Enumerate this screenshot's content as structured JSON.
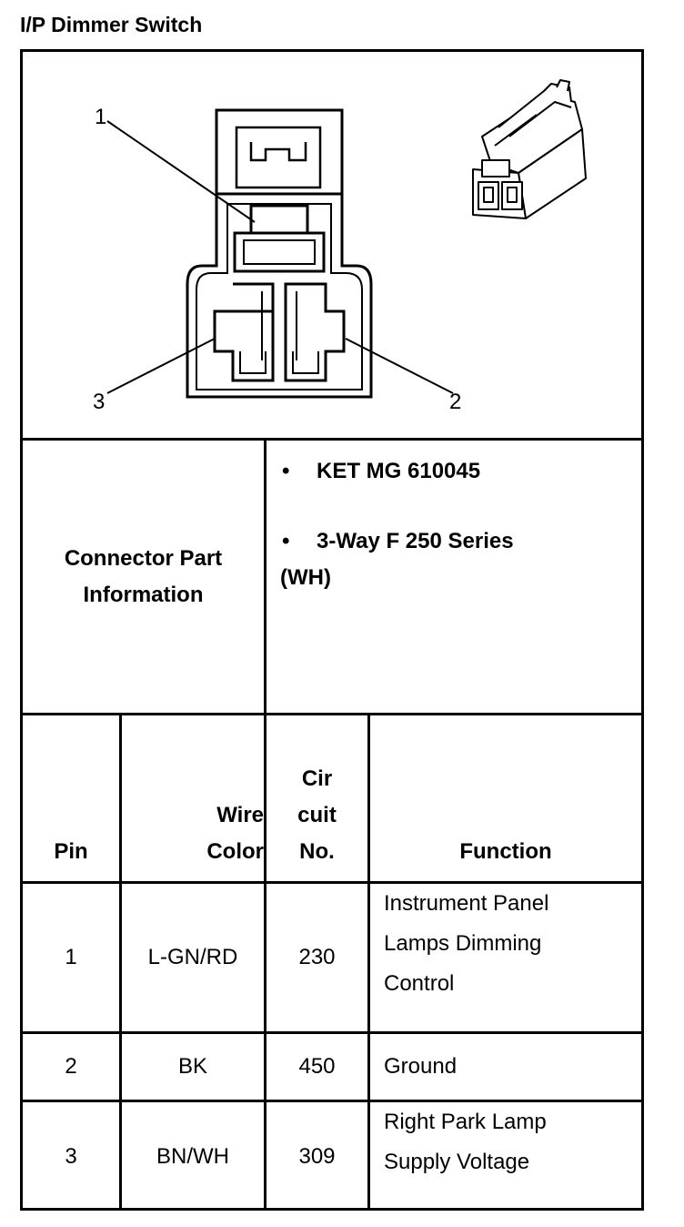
{
  "title": "I/P Dimmer Switch",
  "diagram": {
    "pin_labels": [
      "1",
      "2",
      "3"
    ]
  },
  "connector_info": {
    "label_line1": "Connector Part",
    "label_line2": "Information",
    "bullet": "•",
    "part1": "KET MG 610045",
    "part2_line1": "3-Way F 250 Series",
    "part2_line2": "(WH)"
  },
  "table": {
    "headers": {
      "pin": "Pin",
      "wire_line1": "Wire",
      "wire_line2": "Color",
      "circuit_line1": "Cir",
      "circuit_line2": "cuit",
      "circuit_line3": "No.",
      "function": "Function"
    },
    "rows": [
      {
        "pin": "1",
        "wire": "L-GN/RD",
        "circuit": "230",
        "function_lines": [
          "Instrument Panel",
          "Lamps Dimming",
          "Control"
        ]
      },
      {
        "pin": "2",
        "wire": "BK",
        "circuit": "450",
        "function_lines": [
          "Ground"
        ]
      },
      {
        "pin": "3",
        "wire": "BN/WH",
        "circuit": "309",
        "function_lines": [
          "Right Park Lamp",
          "Supply Voltage"
        ]
      }
    ]
  }
}
